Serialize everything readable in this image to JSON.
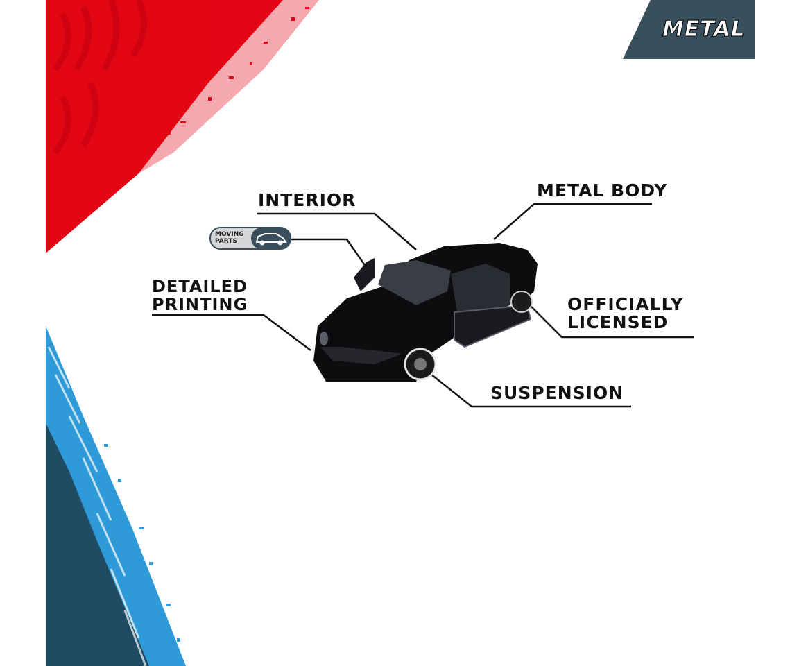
{
  "badge": {
    "text": "METAL"
  },
  "callouts": {
    "interior": "INTERIOR",
    "metal_body": "METAL BODY",
    "detailed_printing_line1": "DETAILED",
    "detailed_printing_line2": "PRINTING",
    "officially_licensed_line1": "OFFICIALLY",
    "officially_licensed_line2": "LICENSED",
    "suspension": "SUSPENSION"
  },
  "moving_parts": {
    "line1": "MOVING",
    "line2": "PARTS",
    "icon": "car-open-door-icon"
  },
  "colors": {
    "red": "#e30613",
    "light_blue": "#2f9ad8",
    "dark_teal": "#1f4b63",
    "badge": "#3a4f5c",
    "car": "#0d0d0f"
  }
}
